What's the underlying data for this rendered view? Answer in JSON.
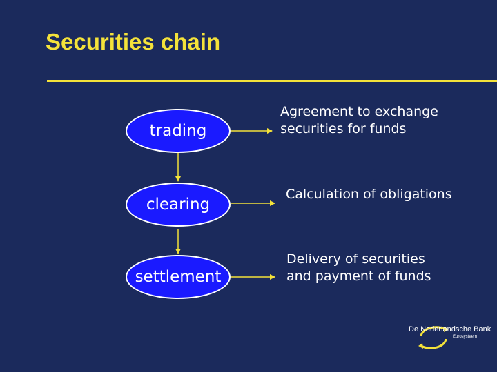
{
  "slide": {
    "title": "Securities chain"
  },
  "nodes": [
    {
      "label": "trading"
    },
    {
      "label": "clearing"
    },
    {
      "label": "settlement"
    }
  ],
  "descriptions": [
    {
      "text": "Agreement to exchange securities for funds"
    },
    {
      "text": "Calculation of obligations"
    },
    {
      "text": "Delivery of securities and payment of funds"
    }
  ],
  "logo": {
    "name": "De Nederlandsche Bank",
    "sub": "Eurosysteem"
  },
  "colors": {
    "background": "#1b2a5c",
    "title": "#f4e23a",
    "node_fill": "#1a1aff",
    "connector": "#f4e23a"
  }
}
